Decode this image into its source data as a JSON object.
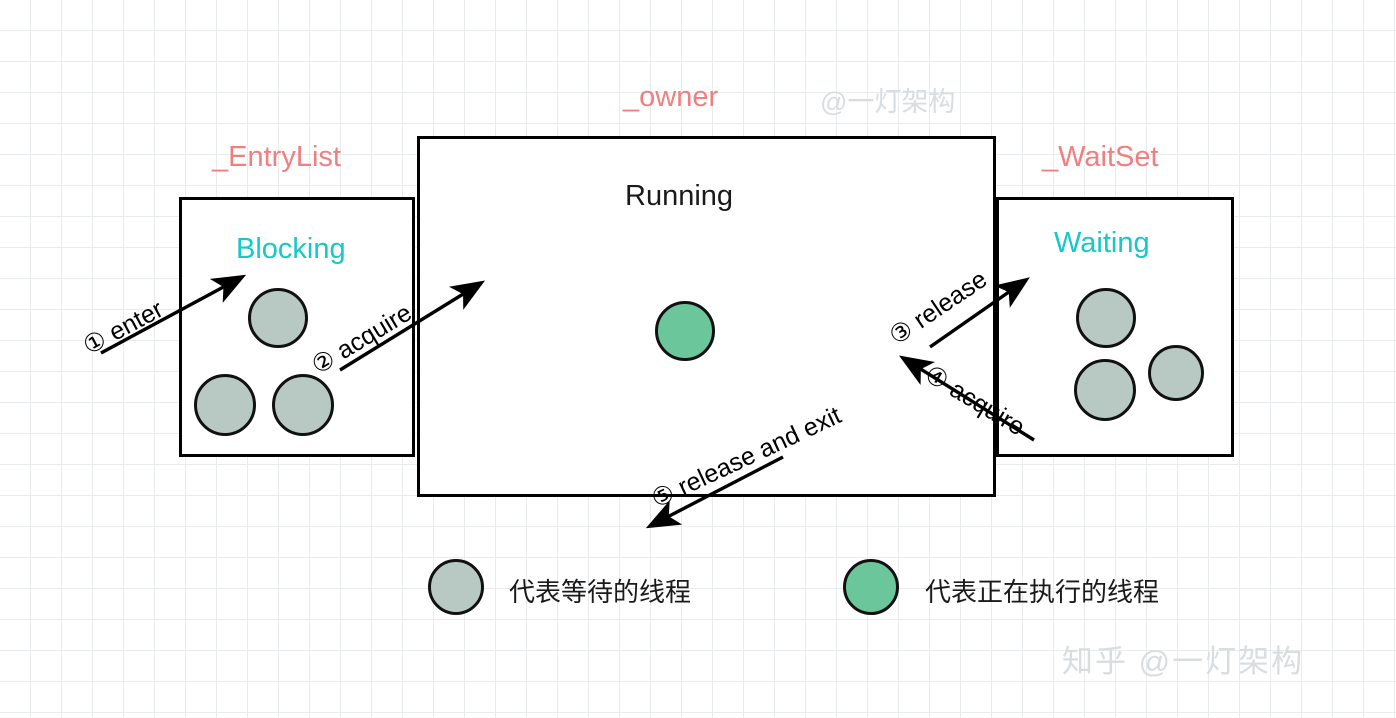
{
  "diagram": {
    "title_center": "Running",
    "field_labels": {
      "entrylist": "_EntryList",
      "owner": "_owner",
      "waitset": "_WaitSet"
    },
    "states": {
      "blocking": "Blocking",
      "waiting": "Waiting"
    },
    "transitions": [
      {
        "id": "1",
        "marker": "①",
        "label": "enter"
      },
      {
        "id": "2",
        "marker": "②",
        "label": "acquire"
      },
      {
        "id": "3",
        "marker": "③",
        "label": "release"
      },
      {
        "id": "4",
        "marker": "④",
        "label": "acquire"
      },
      {
        "id": "5",
        "marker": "⑤",
        "label": "release and exit"
      }
    ],
    "legend": [
      {
        "swatch_color": "#b7c9c2",
        "text": "代表等待的线程"
      },
      {
        "swatch_color": "#6bc79b",
        "text": "代表正在执行的线程"
      }
    ],
    "watermarks": {
      "top": "@一灯架构",
      "bottom": "知乎 @一灯架构"
    },
    "colors": {
      "waiting_thread": "#b7c9c2",
      "running_thread": "#6bc79b",
      "state_label": "#16c8c8",
      "field_label": "#f08080",
      "stroke": "#000000",
      "grid_minor": "#e9ecef",
      "grid_major": "#c4c8cc"
    },
    "threads": {
      "blocking_count": 3,
      "running_count": 1,
      "waiting_count": 3
    }
  }
}
